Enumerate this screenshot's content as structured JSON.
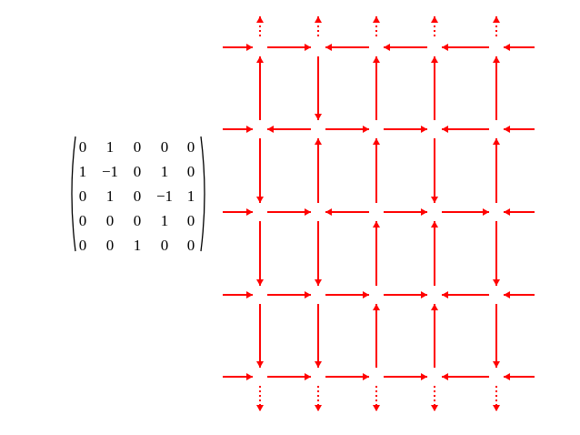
{
  "matrix": {
    "rows": [
      [
        "0",
        "1",
        "0",
        "0",
        "0"
      ],
      [
        "1",
        "−1",
        "0",
        "1",
        "0"
      ],
      [
        "0",
        "1",
        "0",
        "−1",
        "1"
      ],
      [
        "0",
        "0",
        "0",
        "1",
        "0"
      ],
      [
        "0",
        "0",
        "1",
        "0",
        "0"
      ]
    ]
  },
  "lattice": {
    "arrow_color": "#ff0000",
    "columns": 5,
    "rows": 5,
    "horizontal_arrows": [
      [
        "right",
        "right",
        "left",
        "left",
        "left",
        "left"
      ],
      [
        "right",
        "left",
        "right",
        "right",
        "left",
        "left"
      ],
      [
        "right",
        "right",
        "left",
        "right",
        "right",
        "left"
      ],
      [
        "right",
        "right",
        "right",
        "right",
        "left",
        "left"
      ],
      [
        "right",
        "right",
        "right",
        "right",
        "left",
        "left"
      ]
    ],
    "vertical_arrows": [
      [
        "up",
        "up",
        "up",
        "up",
        "up"
      ],
      [
        "up",
        "down",
        "up",
        "up",
        "up"
      ],
      [
        "down",
        "up",
        "up",
        "down",
        "up"
      ],
      [
        "down",
        "down",
        "up",
        "up",
        "down"
      ],
      [
        "down",
        "down",
        "up",
        "up",
        "down"
      ],
      [
        "down",
        "down",
        "down",
        "down",
        "down"
      ]
    ],
    "dotted_edges": [
      "top",
      "bottom"
    ]
  }
}
